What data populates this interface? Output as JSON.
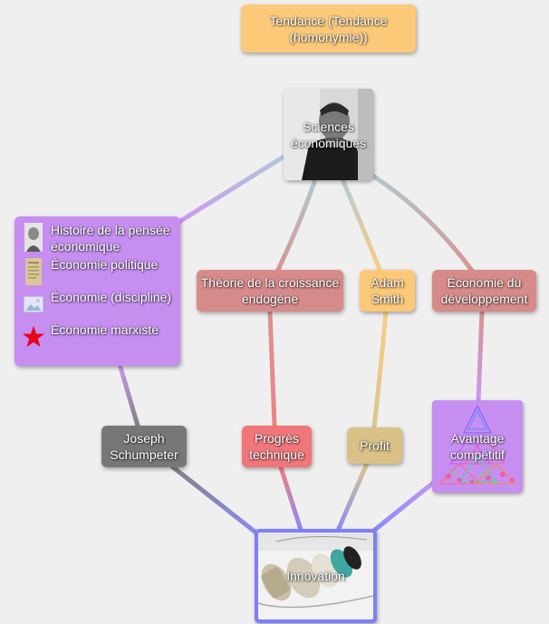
{
  "nodes": {
    "tendance": "Tendance (Tendance (homonymie))",
    "sciences": "Sciences économiques",
    "theorie": "Théorie de la croissance endogène",
    "adam": "Adam Smith",
    "economie_dev": "Économie du développement",
    "joseph": "Joseph Schumpeter",
    "progres": "Progrès technique",
    "profit": "Profit",
    "avantage": "Avantage compétitif",
    "innovation": "Innovation"
  },
  "group": [
    {
      "label": "Histoire de la pensée économique",
      "icon": "portrait-icon"
    },
    {
      "label": "Économie politique",
      "icon": "document-icon"
    },
    {
      "label": "Économie (discipline)",
      "icon": "image-placeholder-icon"
    },
    {
      "label": "Économie marxiste",
      "icon": "red-star-icon"
    }
  ],
  "colors": {
    "background": "#efefef",
    "orange": "#fcc978",
    "rose": "#d78a8a",
    "purple": "#c58ef0",
    "gray": "#777777",
    "red": "#f0767a",
    "tan": "#d9c187",
    "blue": "#7f7ff7"
  }
}
